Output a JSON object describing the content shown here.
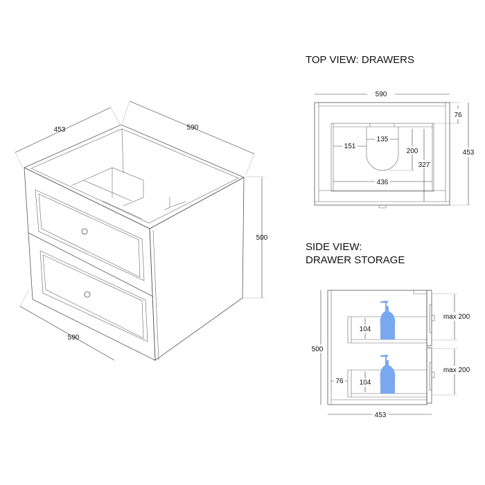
{
  "isometric_view": {
    "dimensions": {
      "depth_top": "453",
      "width_top": "590",
      "height": "500",
      "width_bottom": "590"
    },
    "drawers": 2,
    "knob_icon": "round-knob"
  },
  "top_view": {
    "title": "TOP VIEW: DRAWERS",
    "dimensions": {
      "width": "590",
      "depth": "453",
      "setback": "76",
      "side_clearance": "151",
      "cutout_width": "135",
      "cutout_depth": "200",
      "drawer_depth": "327",
      "drawer_width": "436"
    }
  },
  "side_view": {
    "title_line1": "SIDE VIEW:",
    "title_line2": "DRAWER STORAGE",
    "dimensions": {
      "height": "500",
      "depth": "453",
      "back_gap": "76",
      "upper_inner_height": "104",
      "lower_inner_height": "104",
      "upper_max": "max 200",
      "lower_max": "max 200"
    },
    "bottle_color": "#7aa8f0",
    "bottle_icon": "soap-dispenser-bottle"
  }
}
